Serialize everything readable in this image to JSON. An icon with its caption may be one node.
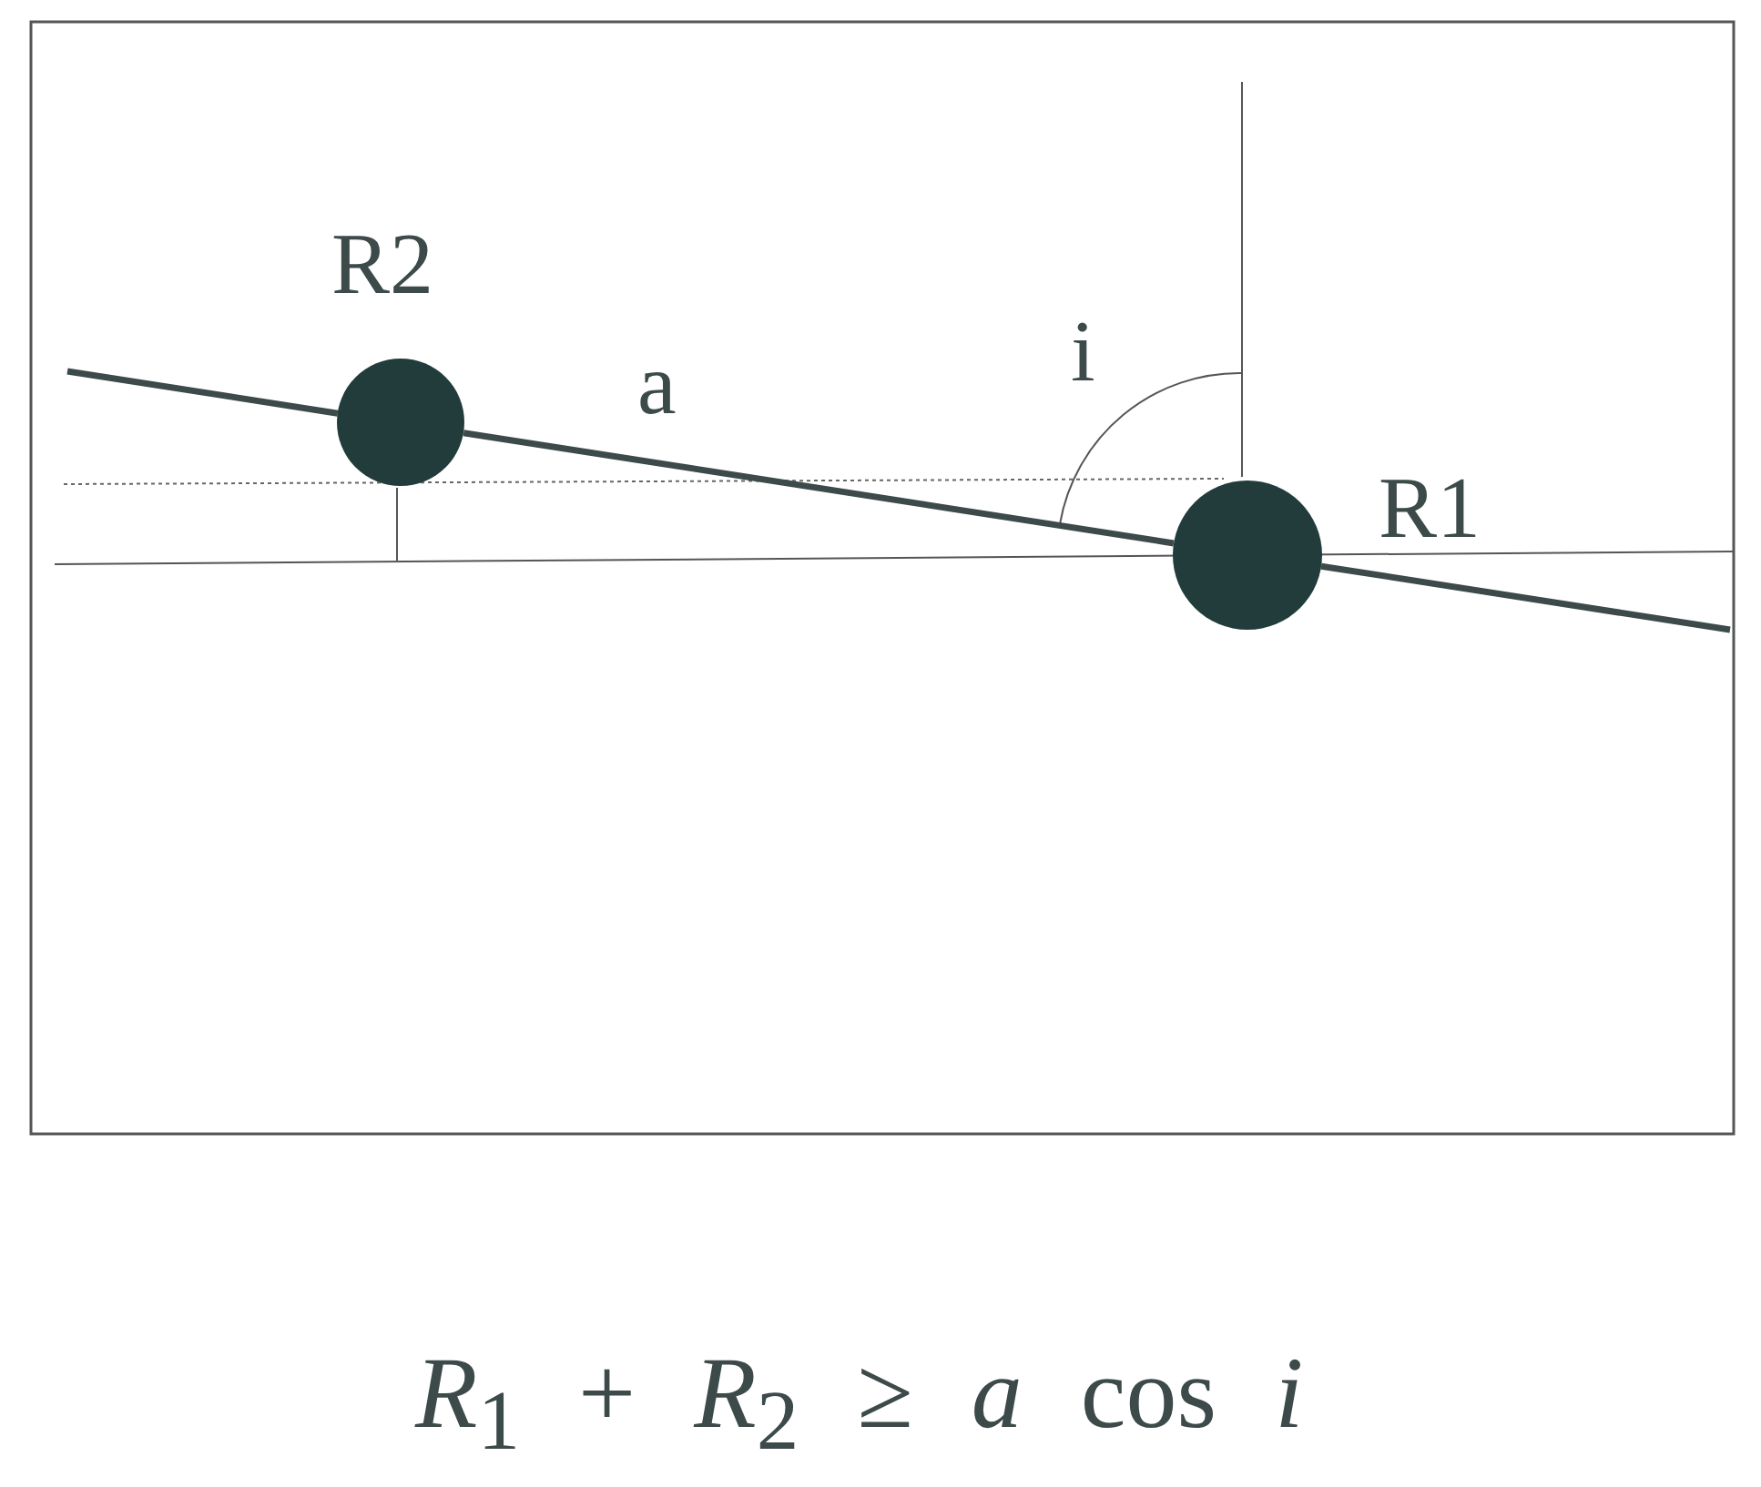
{
  "diagram": {
    "nodes": [
      {
        "text": [],
        "shape": "circle",
        "beside": [
          "R2"
        ]
      },
      {
        "text": [],
        "shape": "circle",
        "beside": [
          "R1"
        ]
      }
    ],
    "edges": [
      {
        "from": 0,
        "to": 1,
        "arrow": "none",
        "label": "a"
      }
    ],
    "labels": [
      "i",
      "*R*$_{1}$ + *R*$_{2}$ ≥ *a* cos *i*"
    ]
  }
}
